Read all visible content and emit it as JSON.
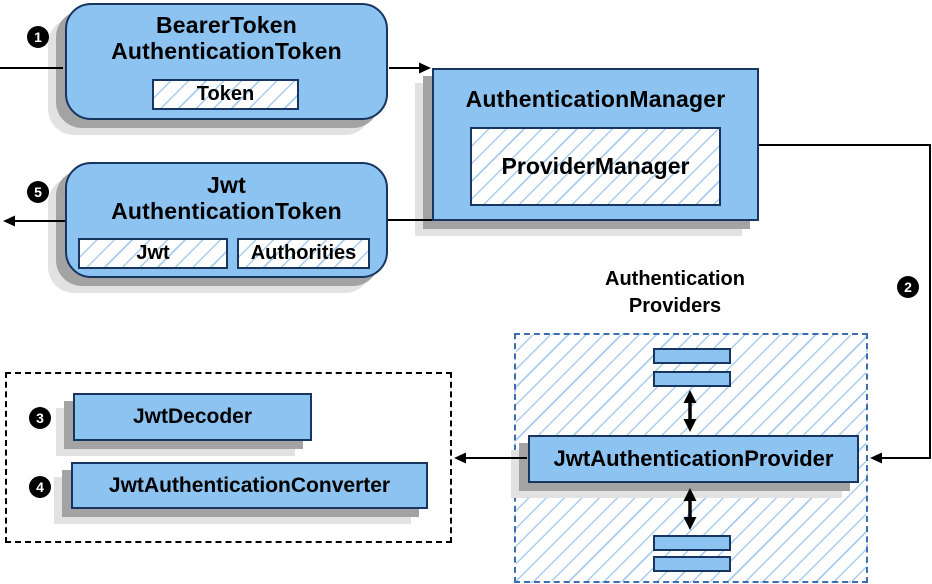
{
  "diagram": {
    "nodes": {
      "bearer_token": {
        "title_line1": "BearerToken",
        "title_line2": "AuthenticationToken",
        "field_token": "Token"
      },
      "authentication_manager": {
        "title": "AuthenticationManager",
        "field_provider_manager": "ProviderManager"
      },
      "jwt_authentication_token": {
        "title_line1": "Jwt",
        "title_line2": "AuthenticationToken",
        "field_jwt": "Jwt",
        "field_authorities": "Authorities"
      },
      "jwt_authentication_provider": {
        "title": "JwtAuthenticationProvider"
      },
      "jwt_decoder": {
        "title": "JwtDecoder"
      },
      "jwt_authentication_converter": {
        "title": "JwtAuthenticationConverter"
      }
    },
    "labels": {
      "providers_group_line1": "Authentication",
      "providers_group_line2": "Providers"
    },
    "steps": {
      "step1": "1",
      "step2": "2",
      "step3": "3",
      "step4": "4",
      "step5": "5"
    },
    "colors": {
      "node_fill": "#8dc3f1",
      "node_border": "#17355f",
      "hatch_line": "#a9ccee",
      "providers_dash": "#3b6db0",
      "connector": "#000000",
      "badge_bg": "#000000",
      "badge_text": "#ffffff",
      "shadow_dark": "#a3a3a3",
      "shadow_light": "#e2e2e2"
    }
  }
}
